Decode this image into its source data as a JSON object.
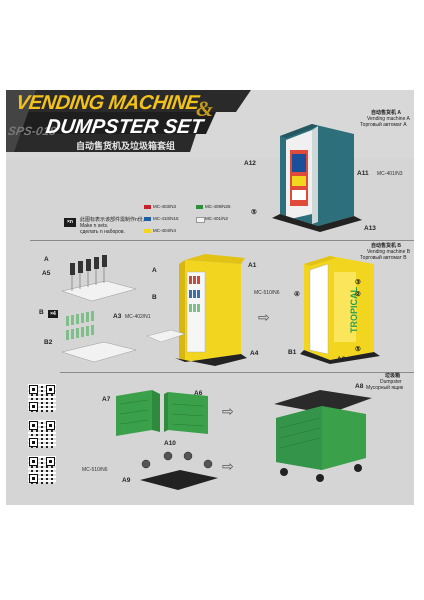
{
  "title": {
    "sku": "SPS-018",
    "line1": "VENDING MACHINE",
    "amp": "&",
    "line2": "DUMPSTER SET",
    "chinese": "自动售货机及垃圾箱套组"
  },
  "legend": {
    "xn_badge": "×n",
    "xn_text": [
      "此图标表示该部件需制作n份。",
      "Make n sets.",
      "сделать n наборов."
    ]
  },
  "paints": [
    {
      "code": "MC-403/N3",
      "color": "#c8202a"
    },
    {
      "code": "MC-409/N26",
      "color": "#2e8f3a"
    },
    {
      "code": "MC-410/N15",
      "color": "#1b5fa6"
    },
    {
      "code": "MC-401/N2",
      "color": "#f2f2f2"
    },
    {
      "code": "MC-404/N4",
      "color": "#f2d51f"
    }
  ],
  "sections": {
    "vending_a": {
      "zh": "自动售货机 A",
      "en": "Vending machine A",
      "ru": "Торговый автомат А"
    },
    "vending_b": {
      "zh": "自动售货机 B",
      "en": "Vending machine B",
      "ru": "Торговый автомат В"
    },
    "dumpster": {
      "zh": "垃圾箱",
      "en": "Dumpster",
      "ru": "Мусорный ящик"
    }
  },
  "labels": {
    "A12": "A12",
    "A11": "A11",
    "A13": "A13",
    "paint_a11": "MC-401/N3",
    "A": "A",
    "A5": "A5",
    "B": "B",
    "x4": "×4",
    "B2": "B2",
    "A3": "A3",
    "paint_a3": "MC-402/N1",
    "A_mid": "A",
    "B_mid": "B",
    "A1": "A1",
    "A4": "A4",
    "paint_mid": "MC-510/N6",
    "A2": "A2",
    "B1": "B1",
    "A7": "A7",
    "A6": "A6",
    "A10": "A10",
    "A9": "A9",
    "paint_dump": "MC-510/N6",
    "A8": "A8",
    "circ3": "③",
    "circ2": "②",
    "circ4": "④",
    "circ5": "⑤",
    "machine_brand": "TROPICAL"
  }
}
